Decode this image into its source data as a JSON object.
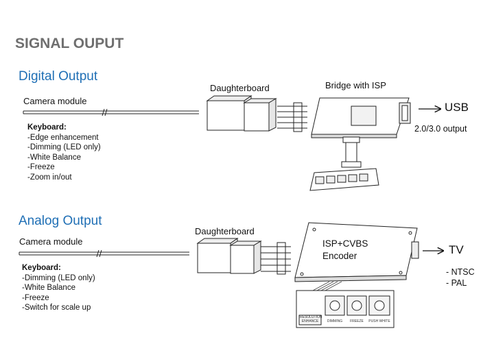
{
  "title": "SIGNAL OUPUT",
  "digital": {
    "heading": "Digital Output",
    "camera_label": "Camera module",
    "daughterboard_label": "Daughterboard",
    "bridge_label": "Bridge with ISP",
    "output_main": "USB",
    "output_sub": "2.0/3.0 output",
    "keyboard_title": "Keyboard:",
    "keyboard_items": [
      "-Edge enhancement",
      "-Dimming (LED only)",
      "-White Balance",
      "-Freeze",
      "-Zoom in/out"
    ]
  },
  "analog": {
    "heading": "Analog Output",
    "camera_label": "Camera module",
    "daughterboard_label": "Daughterboard",
    "encoder_line1": "ISP+CVBS",
    "encoder_line2": "Encoder",
    "output_main": "TV",
    "output_options": [
      "- NTSC",
      "- PAL"
    ],
    "keyboard_title": "Keyboard:",
    "keyboard_items": [
      "-Dimming (LED only)",
      "-White Balance",
      "-Freeze",
      "-Switch for scale up"
    ],
    "button_labels": [
      "RESOLUTION ENHANCE",
      "DIMMING",
      "FREEZE",
      "PUSH WHITE"
    ]
  }
}
